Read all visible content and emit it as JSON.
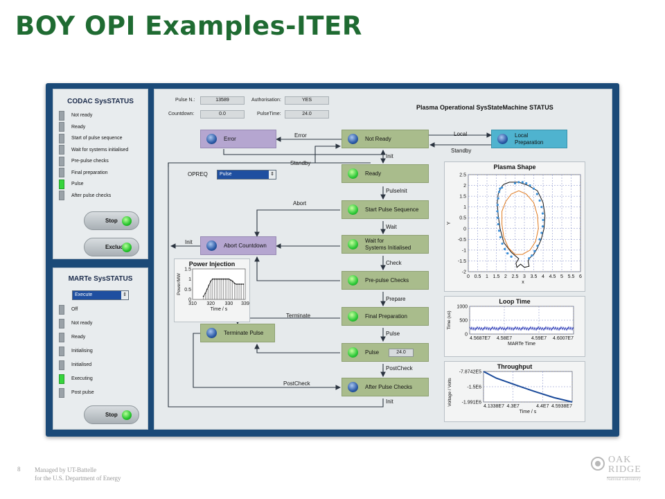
{
  "slide": {
    "title": "BOY OPI Examples-ITER",
    "page_number": "8",
    "footer_line1": "Managed by UT-Battelle",
    "footer_line2": "for the U.S. Department of Energy",
    "logo_line1": "OAK",
    "logo_line2": "RIDGE",
    "logo_line3": "National Laboratory"
  },
  "codac": {
    "title": "CODAC SysSTATUS",
    "items": [
      {
        "label": "Not ready",
        "on": false
      },
      {
        "label": "Ready",
        "on": false
      },
      {
        "label": "Start of pulse sequence",
        "on": false
      },
      {
        "label": "Wait for systems initialised",
        "on": false
      },
      {
        "label": "Pre-pulse checks",
        "on": false
      },
      {
        "label": "Final preparation",
        "on": false
      },
      {
        "label": "Pulse",
        "on": true
      },
      {
        "label": "After pulse checks",
        "on": false
      }
    ],
    "stop_label": "Stop",
    "exclude_label": "Exclude"
  },
  "marte": {
    "title": "MARTe SysSTATUS",
    "selected": "Execute",
    "items": [
      {
        "label": "Off",
        "on": false
      },
      {
        "label": "Not ready",
        "on": false
      },
      {
        "label": "Ready",
        "on": false
      },
      {
        "label": "Initialising",
        "on": false
      },
      {
        "label": "Initialised",
        "on": false
      },
      {
        "label": "Executing",
        "on": true
      },
      {
        "label": "Post pulse",
        "on": false
      }
    ],
    "stop_label": "Stop"
  },
  "header": {
    "pulse_n_label": "Pulse N.:",
    "pulse_n_value": "13589",
    "authorisation_label": "Authorisation:",
    "authorisation_value": "YES",
    "countdown_label": "Countdown:",
    "countdown_value": "0.0",
    "pulsetime_label": "PulseTime:",
    "pulsetime_value": "24.0",
    "status_title": "Plasma Operational SysStateMachine STATUS"
  },
  "opreq": {
    "label": "OPREQ",
    "selected": "Pulse"
  },
  "states": {
    "error": "Error",
    "not_ready": "Not Ready",
    "local_preparation_1": "Local",
    "local_preparation_2": "Preparation",
    "ready": "Ready",
    "start_pulse_sequence": "Start Pulse Sequence",
    "abort_countdown": "Abort Countdown",
    "wait_1": "Wait for",
    "wait_2": "Systems Initialised",
    "pre_pulse_checks": "Pre-pulse Checks",
    "final_preparation": "Final Preparation",
    "terminate_pulse": "Terminate Pulse",
    "pulse": "Pulse",
    "pulse_value": "24.0",
    "after_pulse_checks": "After Pulse Checks"
  },
  "transitions": {
    "error": "Error",
    "local": "Local",
    "standby_right": "Standby",
    "init_top": "Init",
    "standby_left": "Standby",
    "pulseinit": "PulseInit",
    "abort": "Abort",
    "wait": "Wait",
    "init_left": "Init",
    "check": "Check",
    "prepare": "Prepare",
    "terminate": "Terminate",
    "pulse": "Pulse",
    "postcheck_right": "PostCheck",
    "postcheck_left": "PostCheck",
    "init_bottom": "Init"
  },
  "colors": {
    "title_green": "#1f6b32",
    "frame_blue": "#1b4a78",
    "state_green": "#a9bc8c",
    "state_purple": "#b5a6d0",
    "state_cyan": "#4fb3cf",
    "led_on": "#36d43c"
  },
  "chart_data": [
    {
      "type": "scatter",
      "title": "Plasma Shape",
      "xlabel": "x",
      "ylabel": "Y",
      "xlim": [
        0,
        6
      ],
      "ylim": [
        -2,
        2.5
      ],
      "xticks": [
        "0",
        "0.5",
        "1",
        "1.5",
        "2",
        "2.5",
        "3",
        "3.5",
        "4",
        "4.5",
        "5",
        "5.5",
        "6"
      ],
      "yticks": [
        "2.5",
        "2",
        "1.5",
        "1",
        "0.5",
        "0",
        "-0.5",
        "-1",
        "-1.5",
        "-2"
      ],
      "grid": true,
      "series": [
        {
          "color": "#111111",
          "kind": "outline",
          "x": [
            1.9,
            2.2,
            2.7,
            3.2,
            3.7,
            4.0,
            4.1,
            4.05,
            3.9,
            3.7,
            3.5,
            3.3,
            3.2,
            3.25,
            3.0,
            2.8,
            2.6,
            2.55,
            2.7,
            2.3,
            1.9,
            1.7,
            1.6,
            1.55,
            1.6,
            1.75,
            1.9
          ],
          "y": [
            2.05,
            2.15,
            2.15,
            2.0,
            1.75,
            1.2,
            0.6,
            0.0,
            -0.5,
            -0.9,
            -1.2,
            -1.35,
            -1.5,
            -1.75,
            -1.8,
            -1.65,
            -1.8,
            -1.6,
            -1.4,
            -1.1,
            -0.65,
            0.0,
            0.6,
            1.2,
            1.6,
            1.9,
            2.05
          ]
        },
        {
          "color": "#3a8fd8",
          "kind": "points",
          "x": [
            1.65,
            1.6,
            1.57,
            1.56,
            1.57,
            1.6,
            1.65,
            1.72,
            1.82,
            1.95,
            2.1,
            2.3,
            2.5,
            2.7,
            2.9,
            3.1,
            3.3,
            3.5,
            3.68,
            3.82,
            3.92,
            3.98,
            4.0,
            3.98,
            3.92,
            3.82,
            3.7,
            3.55,
            3.4,
            3.25,
            2.3,
            2.1,
            1.95,
            1.8,
            1.7
          ],
          "y": [
            1.7,
            1.4,
            1.1,
            0.8,
            0.5,
            0.2,
            -0.1,
            -0.4,
            -0.7,
            -0.95,
            -1.15,
            -1.3,
            2.1,
            2.15,
            2.15,
            2.1,
            2.0,
            1.85,
            1.6,
            1.3,
            1.0,
            0.7,
            0.4,
            0.1,
            -0.2,
            -0.5,
            -0.8,
            -1.05,
            -1.25,
            -1.38,
            -1.3,
            -1.15,
            -0.95,
            1.9,
            1.85
          ]
        },
        {
          "color": "#e07a1e",
          "kind": "outline",
          "x": [
            2.0,
            2.3,
            2.7,
            3.1,
            3.5,
            3.7,
            3.75,
            3.6,
            3.3,
            2.9,
            2.5,
            2.15,
            1.9,
            1.8,
            1.8,
            2.0
          ],
          "y": [
            1.25,
            1.6,
            1.75,
            1.6,
            1.2,
            0.6,
            0.0,
            -0.6,
            -1.0,
            -1.2,
            -1.2,
            -0.9,
            -0.4,
            0.2,
            0.8,
            1.25
          ]
        }
      ]
    },
    {
      "type": "line",
      "title": "Loop Time",
      "xlabel": "MARTe Time",
      "ylabel": "Time (us)",
      "ylim": [
        0,
        1000
      ],
      "yticks": [
        "1000",
        "500",
        "0"
      ],
      "xticks": [
        "4.5687E7",
        "4.58E7",
        "4.59E7",
        "4.6007E7"
      ],
      "series": [
        {
          "color": "#1a2ab0",
          "approx_value": 200
        }
      ]
    },
    {
      "type": "line",
      "title": "Throughput",
      "xlabel": "Time / s",
      "ylabel": "Voltage / Volts",
      "yticks": [
        "-7.8742E5",
        "-1.5E6",
        "-1.991E6"
      ],
      "xticks": [
        "4.1338E7",
        "4.3E7",
        "4.4E7",
        "4.5938E7"
      ],
      "series": [
        {
          "color": "#1a4a9a",
          "x": [
            41338000.0,
            42000000.0,
            43000000.0,
            44000000.0,
            45000000.0,
            45938000.0
          ],
          "y": [
            -787420.0,
            -1050000.0,
            -1320000.0,
            -1580000.0,
            -1820000.0,
            -1991000.0
          ]
        }
      ]
    },
    {
      "type": "bar",
      "title": "Power Injection",
      "xlabel": "Time / s",
      "ylabel": "Power/MW",
      "xlim": [
        310,
        339
      ],
      "ylim": [
        0,
        1.5
      ],
      "xticks": [
        "310",
        "320",
        "330",
        "339"
      ],
      "yticks": [
        "1.5",
        "1",
        "0.5",
        "0"
      ],
      "x": [
        316,
        317,
        318,
        319,
        320,
        321,
        322,
        323,
        324,
        325,
        326,
        327,
        328,
        329,
        330,
        331,
        332,
        333,
        334,
        335,
        336,
        337,
        338
      ],
      "values": [
        0.15,
        0.3,
        0.5,
        0.7,
        0.9,
        1.0,
        1.0,
        1.0,
        1.0,
        1.0,
        1.0,
        1.0,
        1.0,
        1.0,
        1.0,
        0.95,
        0.9,
        0.8,
        0.75,
        0.75,
        0.75,
        0.75,
        0.75
      ]
    }
  ]
}
